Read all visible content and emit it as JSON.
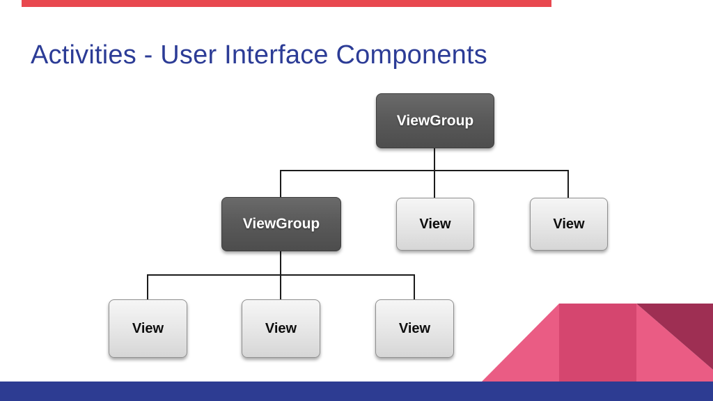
{
  "slide": {
    "title": "Activities - User Interface Components"
  },
  "diagram": {
    "description": "Android view hierarchy tree",
    "nodes": [
      {
        "label": "ViewGroup",
        "level": 1,
        "style": "dark"
      },
      {
        "label": "ViewGroup",
        "level": 2,
        "style": "dark"
      },
      {
        "label": "View",
        "level": 2,
        "style": "light"
      },
      {
        "label": "View",
        "level": 2,
        "style": "light"
      },
      {
        "label": "View",
        "level": 3,
        "style": "light"
      },
      {
        "label": "View",
        "level": 3,
        "style": "light"
      },
      {
        "label": "View",
        "level": 3,
        "style": "light"
      }
    ],
    "edges": [
      {
        "from": 0,
        "to": 1
      },
      {
        "from": 0,
        "to": 2
      },
      {
        "from": 0,
        "to": 3
      },
      {
        "from": 1,
        "to": 4
      },
      {
        "from": 1,
        "to": 5
      },
      {
        "from": 1,
        "to": 6
      }
    ]
  },
  "colors": {
    "title_text": "#2c3c96",
    "top_bar": "#e8484f",
    "bottom_bar": "#2d3c92",
    "triangle_pink": "#ea5c84",
    "triangle_rose": "#d5466f",
    "triangle_maroon": "#9e2f53",
    "node_dark": "#585858",
    "node_light": "#e6e6e6",
    "connector": "#1b1b1b"
  }
}
